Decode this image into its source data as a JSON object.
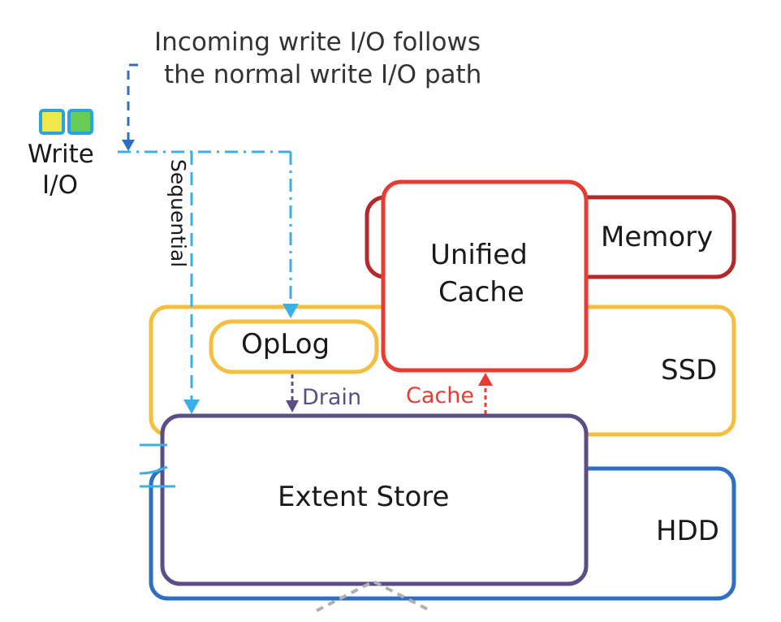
{
  "annotation": {
    "line1": "Incoming write I/O follows",
    "line2": "the normal write I/O path"
  },
  "write_io": {
    "line1": "Write",
    "line2": "I/O",
    "icon_colors": [
      "#f2e84b",
      "#66cc55"
    ],
    "icon_border": "#29a3e8"
  },
  "labels": {
    "sequential": "Sequential",
    "oplog": "OpLog",
    "unified_cache_1": "Unified",
    "unified_cache_2": "Cache",
    "memory": "Memory",
    "ssd": "SSD",
    "hdd": "HDD",
    "extent_store": "Extent Store",
    "drain": "Drain",
    "cache": "Cache"
  },
  "colors": {
    "memory": "#b3282a",
    "unified_cache": "#e83b32",
    "ssd": "#f4be3e",
    "oplog": "#f4be3e",
    "hdd": "#2f6fc0",
    "extent_store": "#5b4d86",
    "flow": "#3ab0e8",
    "incoming": "#2f6fc0",
    "drain": "#5b4d86",
    "cache": "#e83b32"
  }
}
